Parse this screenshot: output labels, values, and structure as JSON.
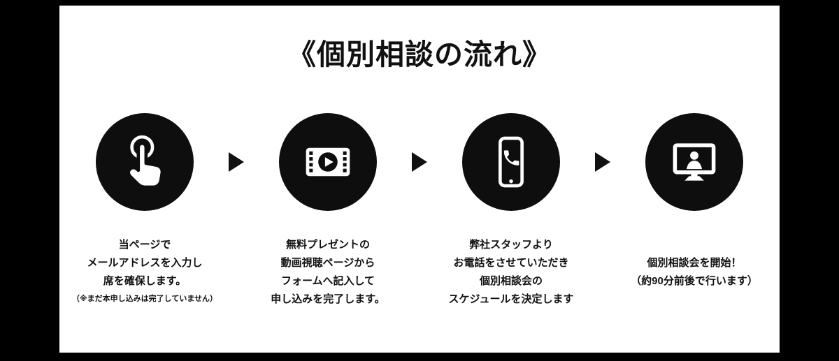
{
  "page": {
    "title": "《個別相談の流れ》",
    "background_color": "#000000",
    "panel_color": "#ffffff",
    "icon_circle_color": "#0e0e0e",
    "arrow_color": "#111111"
  },
  "steps": [
    {
      "icon": "tap-icon",
      "lines": [
        "当ページで",
        "メールアドレスを入力し",
        "席を確保します。"
      ],
      "note": "（※まだ本申し込みは完了していません）"
    },
    {
      "icon": "film-play-icon",
      "lines": [
        "無料プレゼントの",
        "動画視聴ページから",
        "フォームへ記入して",
        "申し込みを完了します。"
      ]
    },
    {
      "icon": "smartphone-call-icon",
      "lines": [
        "弊社スタッフより",
        "お電話をさせていただき",
        "個別相談会の",
        "スケジュールを決定します"
      ]
    },
    {
      "icon": "monitor-person-icon",
      "lines": [
        "個別相談会を開始！",
        "（約90分前後で行います）"
      ]
    }
  ]
}
